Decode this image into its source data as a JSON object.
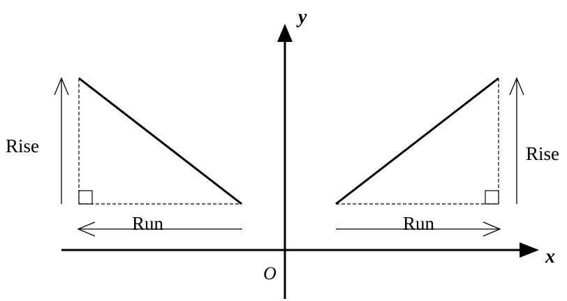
{
  "labels": {
    "y_axis": "y",
    "x_axis": "x",
    "origin": "O",
    "rise_left": "Rise",
    "rise_right": "Rise",
    "run_left": "Run",
    "run_right": "Run"
  },
  "colors": {
    "stroke": "#000000",
    "background": "#ffffff"
  }
}
